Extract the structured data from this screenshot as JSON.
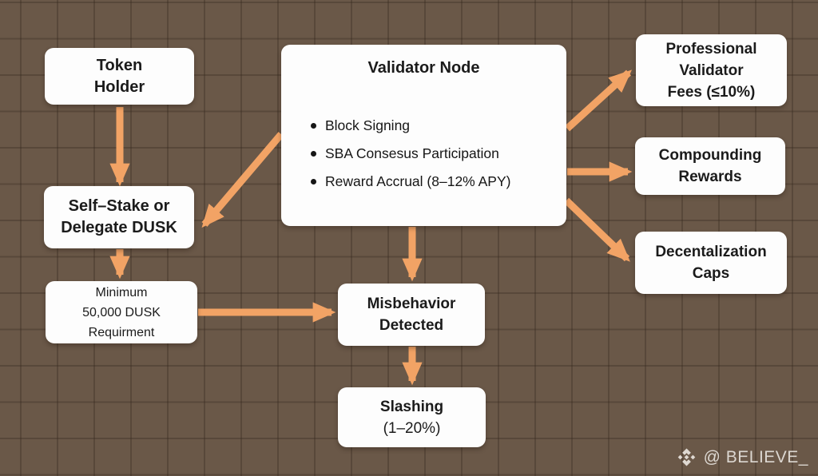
{
  "diagram": {
    "title_context": "Validator staking flow diagram",
    "nodes": {
      "token_holder": {
        "lines": [
          "Token",
          "Holder"
        ]
      },
      "validator_node": {
        "title": "Validator Node",
        "bullets": [
          "Block Signing",
          "SBA Consesus Participation",
          "Reward Accrual (8–12% APY)"
        ]
      },
      "professional_fees": {
        "lines": [
          "Professional",
          "Validator",
          "Fees (≤10%)"
        ]
      },
      "compounding_rewards": {
        "lines": [
          "Compounding",
          "Rewards"
        ]
      },
      "decentralization_caps": {
        "lines": [
          "Decentalization",
          "Caps"
        ]
      },
      "self_stake": {
        "lines": [
          "Self–Stake or",
          "Delegate DUSK"
        ]
      },
      "minimum_requirement": {
        "lines": [
          "Minimum",
          "50,000 DUSK",
          "Requirment"
        ]
      },
      "misbehavior": {
        "lines": [
          "Misbehavior",
          "Detected"
        ]
      },
      "slashing": {
        "lines": [
          "Slashing",
          "(1–20%)"
        ]
      }
    },
    "edges": [
      {
        "from": "token_holder",
        "to": "self_stake"
      },
      {
        "from": "validator_node",
        "to": "self_stake"
      },
      {
        "from": "self_stake",
        "to": "minimum_requirement"
      },
      {
        "from": "minimum_requirement",
        "to": "misbehavior"
      },
      {
        "from": "validator_node",
        "to": "misbehavior"
      },
      {
        "from": "misbehavior",
        "to": "slashing"
      },
      {
        "from": "validator_node",
        "to": "professional_fees"
      },
      {
        "from": "validator_node",
        "to": "compounding_rewards"
      },
      {
        "from": "validator_node",
        "to": "decentralization_caps"
      }
    ],
    "colors": {
      "background": "#6a5848",
      "grid_line": "#5b4a3e",
      "box_fill": "#fdfdfd",
      "box_text": "#1b1b1b",
      "arrow": "#f2a365",
      "watermark_text": "#dcd7d1"
    }
  },
  "watermark": {
    "handle": "@ BELIEVE_",
    "logo": "binance-diamond-logo"
  }
}
